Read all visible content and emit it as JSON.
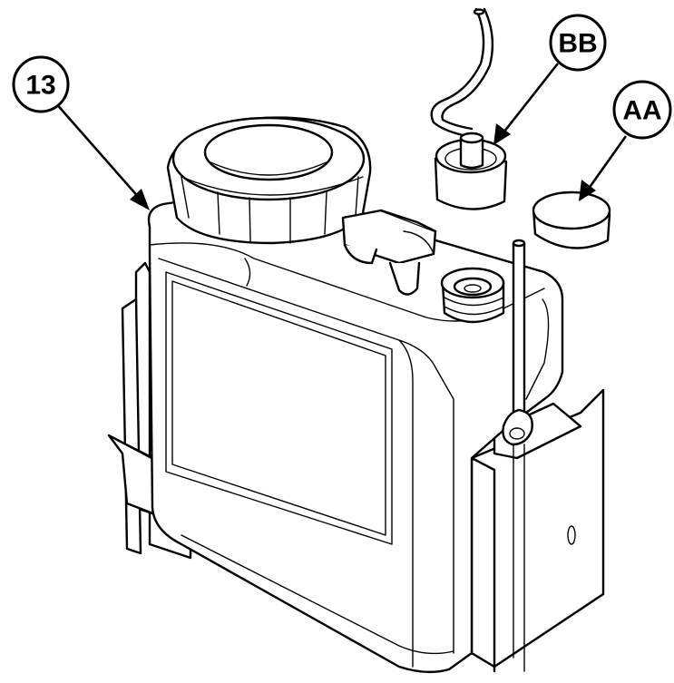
{
  "callouts": {
    "tank": {
      "label": "13"
    },
    "fitting": {
      "label": "BB"
    },
    "cap": {
      "label": "AA"
    }
  },
  "colors": {
    "line": "#000000",
    "background": "#ffffff"
  }
}
